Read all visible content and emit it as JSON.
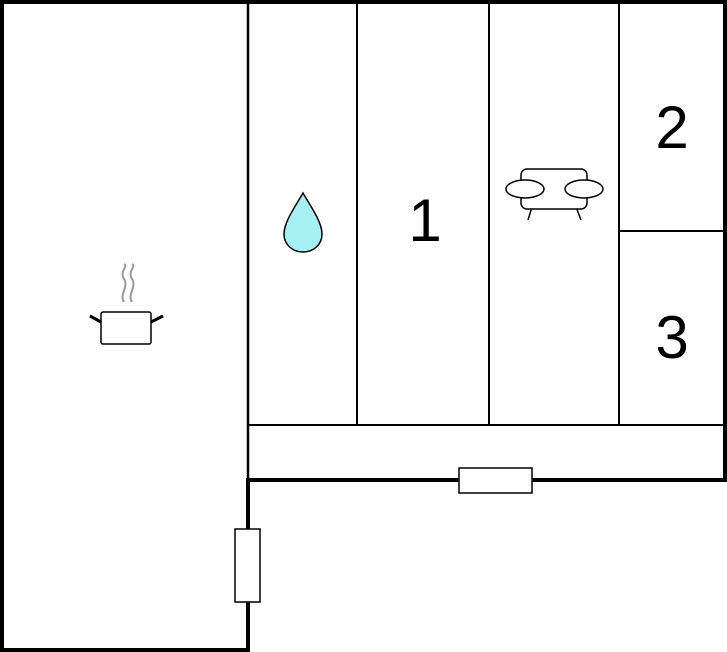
{
  "rooms": [
    {
      "id": "kitchen",
      "icon": "cooking-pot-icon"
    },
    {
      "id": "bathroom",
      "icon": "water-drop-icon"
    },
    {
      "id": "bedroom-1",
      "label": "1"
    },
    {
      "id": "living-room",
      "icon": "sofa-icon"
    },
    {
      "id": "bedroom-2",
      "label": "2"
    },
    {
      "id": "bedroom-3",
      "label": "3"
    },
    {
      "id": "hallway"
    }
  ],
  "colors": {
    "walls": "#000000",
    "water_drop": "#a6eff2",
    "steam": "#999999",
    "background": "#ffffff"
  }
}
